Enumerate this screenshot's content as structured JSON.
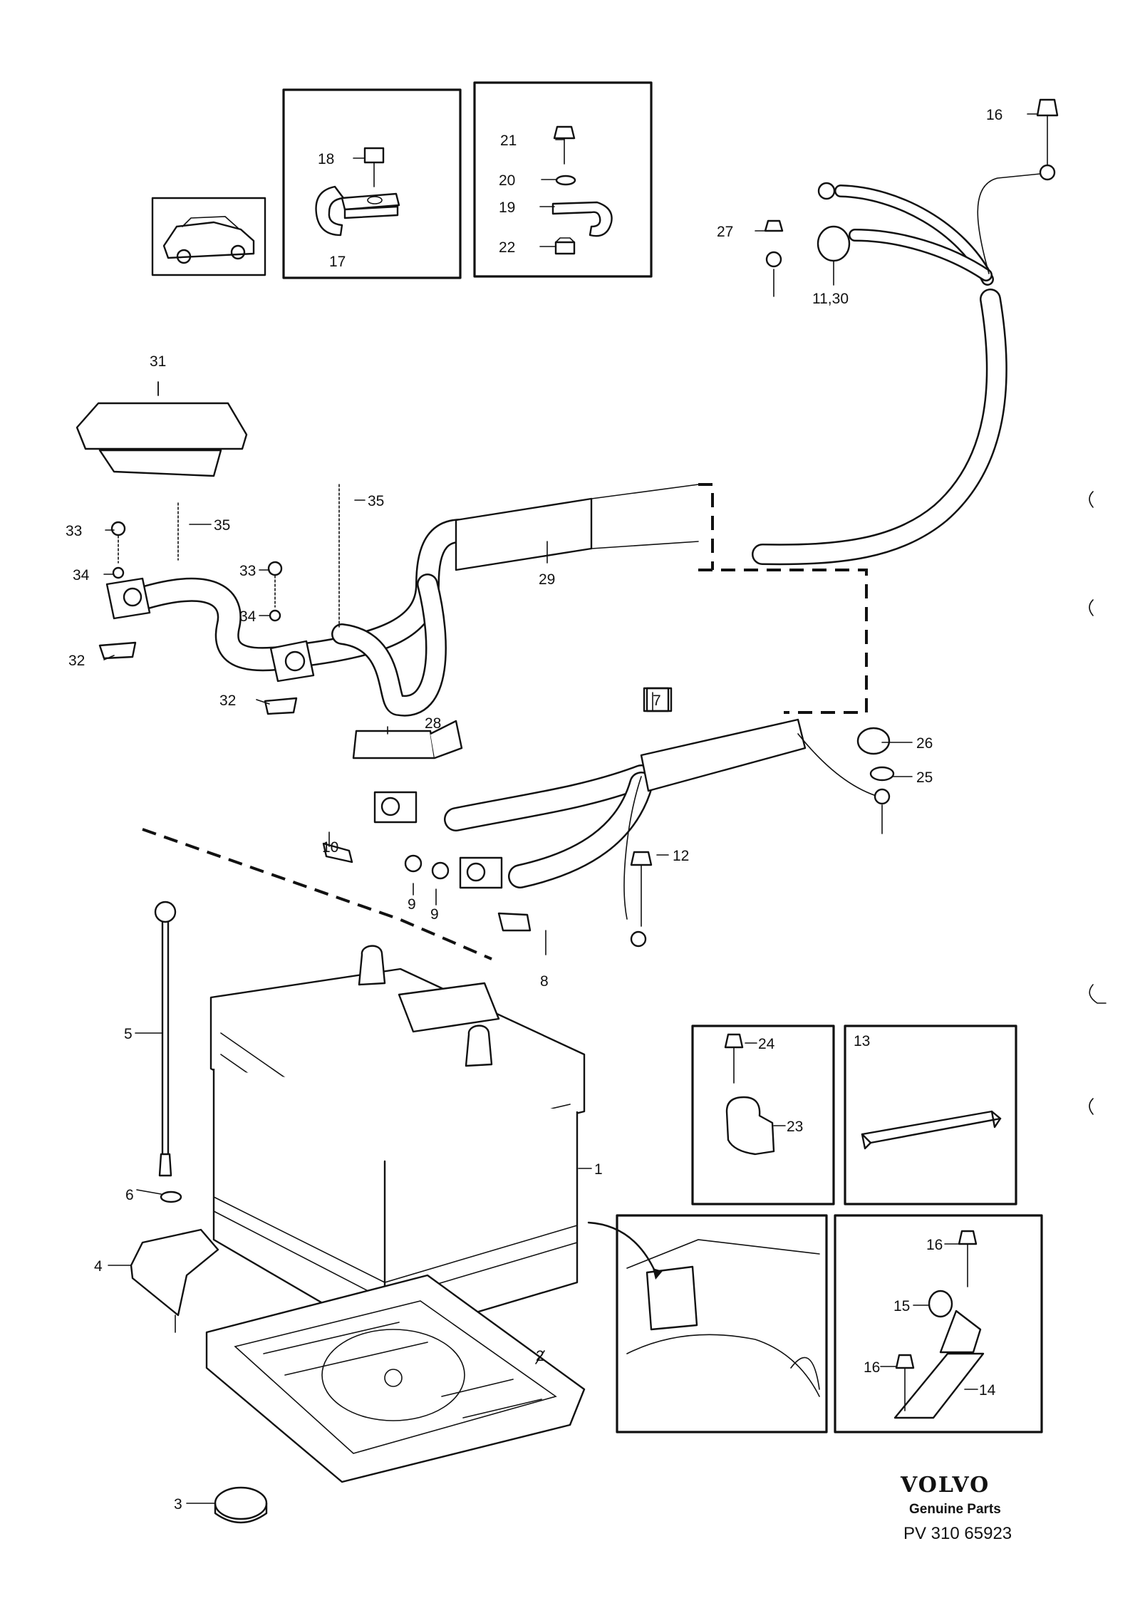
{
  "callouts": {
    "c1": "1",
    "c2": "2",
    "c3": "3",
    "c4": "4",
    "c5": "5",
    "c6": "6",
    "c7": "7",
    "c8": "8",
    "c9a": "9",
    "c9b": "9",
    "c10": "10",
    "c11_30": "11,30",
    "c12": "12",
    "c13": "13",
    "c14": "14",
    "c15": "15",
    "c16a": "16",
    "c16b": "16",
    "c16c": "16",
    "c17": "17",
    "c18": "18",
    "c19": "19",
    "c20": "20",
    "c21": "21",
    "c22": "22",
    "c23": "23",
    "c24": "24",
    "c25": "25",
    "c26": "26",
    "c27": "27",
    "c28": "28",
    "c29": "29",
    "c31": "31",
    "c32a": "32",
    "c32b": "32",
    "c33a": "33",
    "c33b": "33",
    "c34a": "34",
    "c34b": "34",
    "c35a": "35",
    "c35b": "35"
  },
  "branding": {
    "brand": "VOLVO",
    "subtitle": "Genuine Parts",
    "reference": "PV 310 65923"
  }
}
